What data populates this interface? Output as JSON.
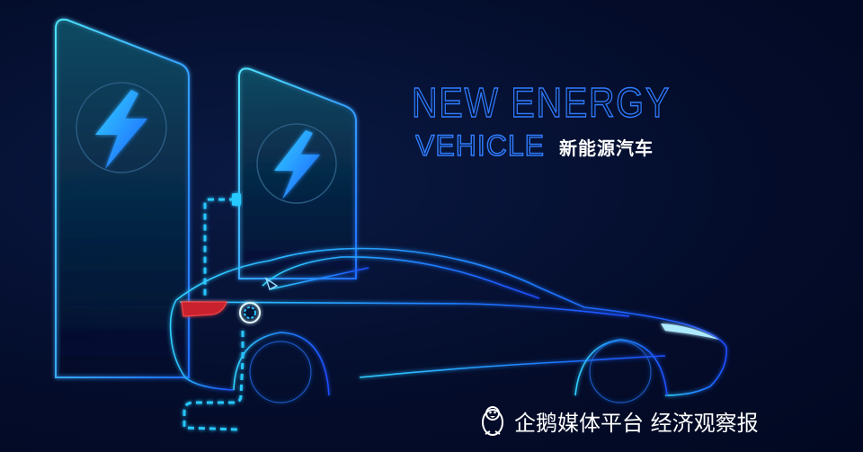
{
  "headline": {
    "line1": "NEW ENERGY",
    "line2": "VEHICLE",
    "subtitle_cn": "新能源汽车"
  },
  "watermark": {
    "text": "企鹅媒体平台 经济观察报",
    "icon": "penguin-icon"
  },
  "colors": {
    "background": "#030b26",
    "neon_blue": "#1e90ff",
    "neon_cyan": "#35c8ff",
    "tail_red": "#ff3b3b"
  }
}
